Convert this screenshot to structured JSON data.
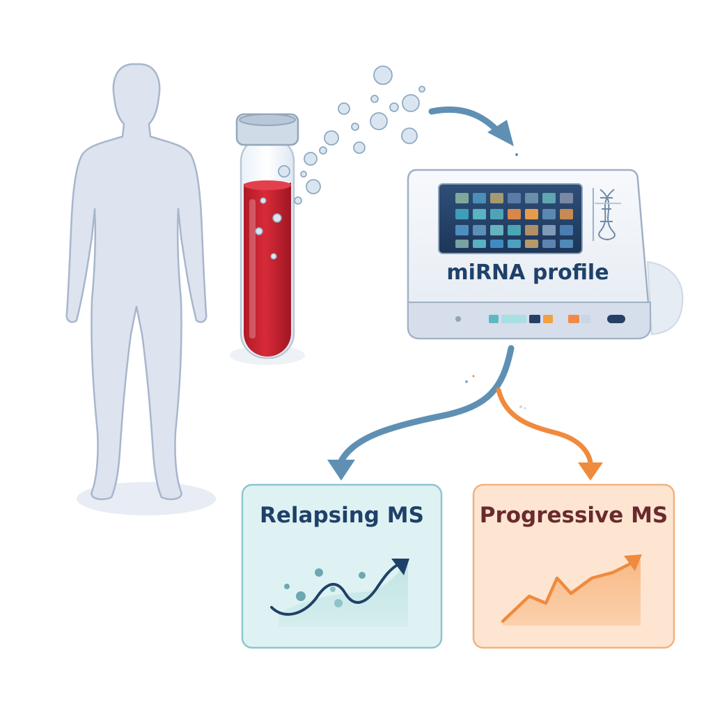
{
  "device": {
    "label": "miRNA profile"
  },
  "outcomes": {
    "relapsing": {
      "title": "Relapsing MS"
    },
    "progressive": {
      "title": "Progressive MS"
    }
  },
  "colors": {
    "body": "#dde3ef",
    "body_outline": "#a7b6cc",
    "blood": "#c8202f",
    "arrow_blue": "#5f90b4",
    "arrow_orange": "#f08a3c",
    "relapsing_panel": "#dff2f3",
    "relapsing_border": "#8cc6cc",
    "relapsing_text": "#1f4169",
    "progressive_panel": "#fde5d2",
    "progressive_border": "#f2b27c",
    "progressive_text": "#6a2a2d",
    "device_text": "#1f4169"
  },
  "icons": {
    "figure": "human-silhouette-icon",
    "tube": "blood-tube-icon",
    "device": "sequencer-device-icon",
    "dna": "dna-icon"
  }
}
